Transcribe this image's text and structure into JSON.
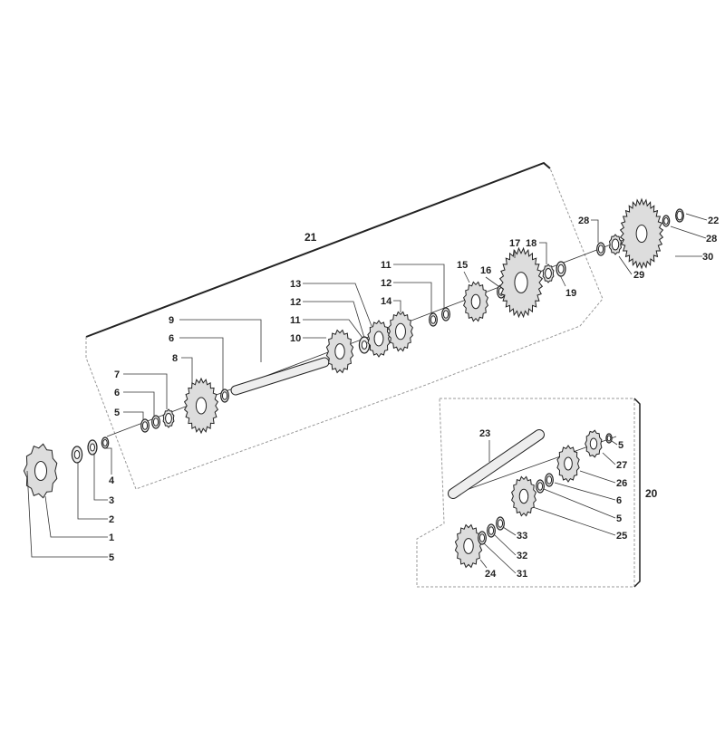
{
  "diagram": {
    "type": "exploded-parts-view",
    "group_labels": {
      "main_group": "21",
      "sub_group": "20"
    },
    "callouts": [
      "9",
      "6",
      "8",
      "7",
      "6",
      "5",
      "13",
      "12",
      "11",
      "10",
      "11",
      "12",
      "14",
      "15",
      "16",
      "17",
      "18",
      "19",
      "28",
      "22",
      "28",
      "30",
      "29",
      "4",
      "3",
      "2",
      "1",
      "5",
      "23",
      "5",
      "27",
      "26",
      "6",
      "5",
      "25",
      "33",
      "32",
      "31",
      "24"
    ]
  }
}
